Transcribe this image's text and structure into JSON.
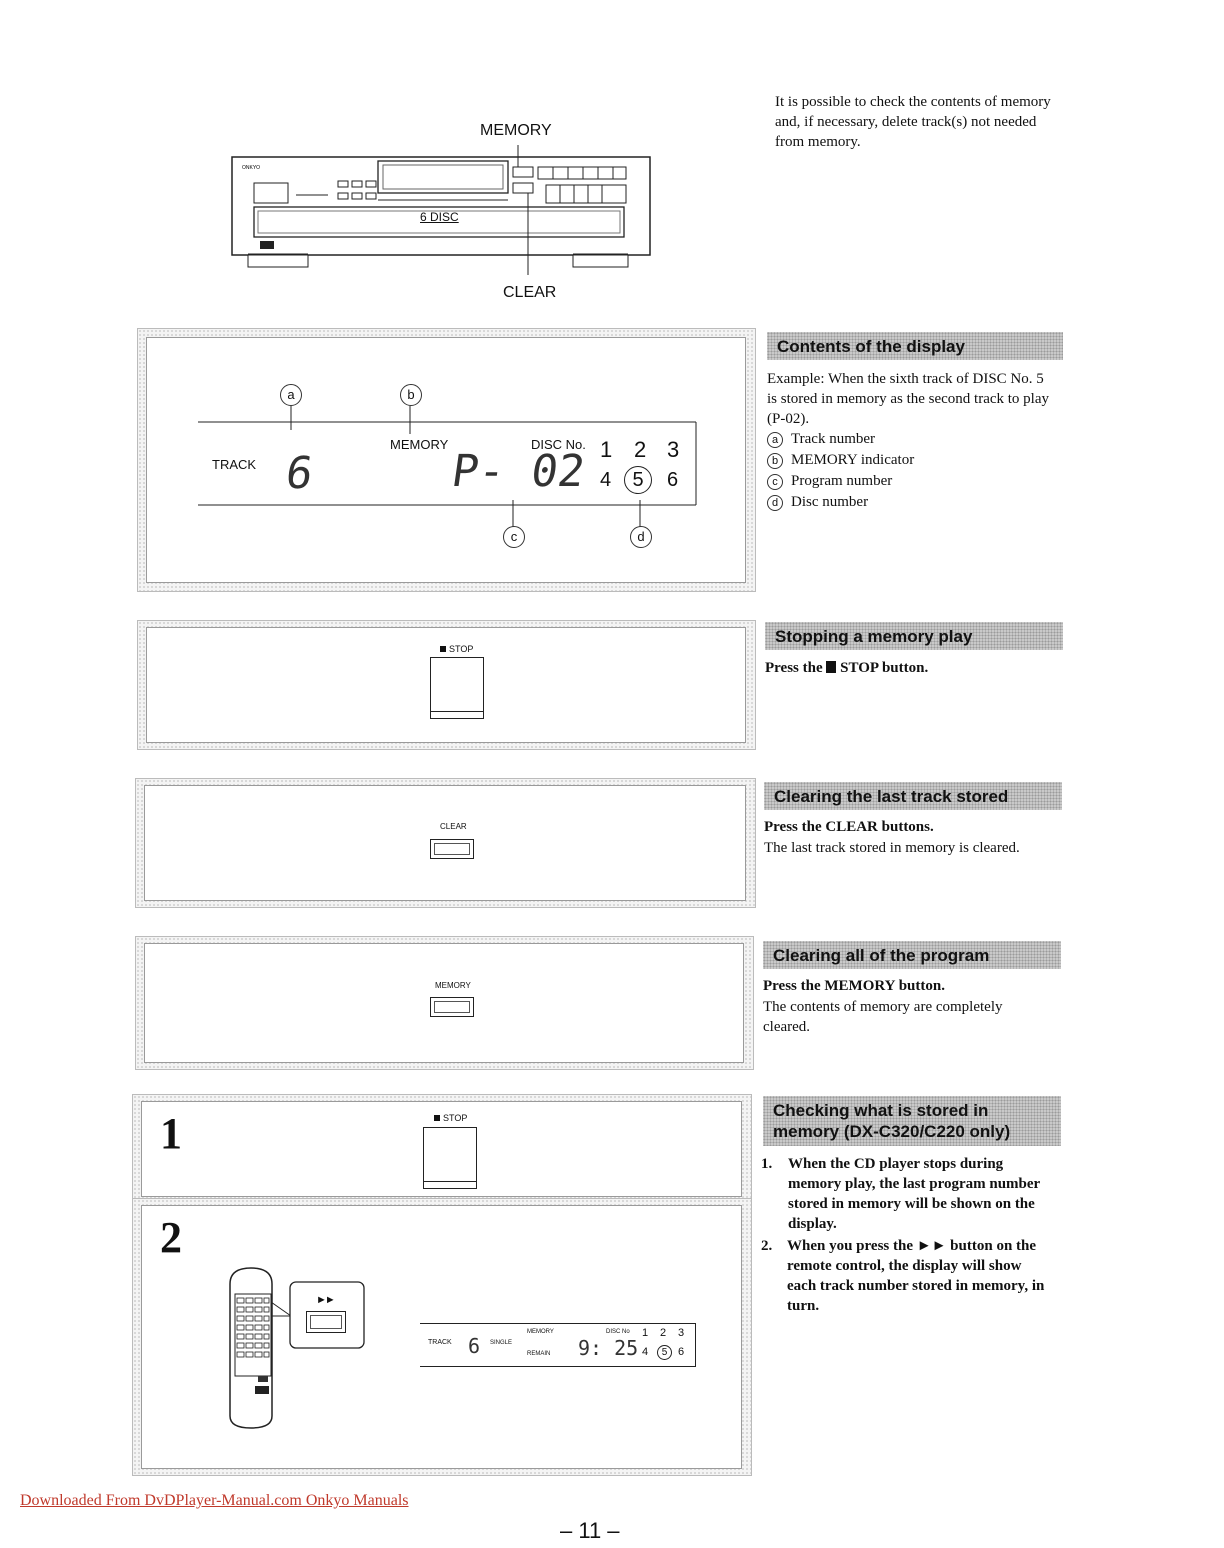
{
  "intro": {
    "text": "It is possible to check the contents of memory and, if necessary, delete track(s) not needed from memory."
  },
  "player": {
    "memory_label": "MEMORY",
    "clear_label": "CLEAR",
    "disc_label": "6 DISC"
  },
  "display_section": {
    "heading": "Contents of the display",
    "example": "Example: When the sixth track of DISC No. 5 is stored in memory as the second track to play (P-02).",
    "legend": [
      {
        "mark": "a",
        "text": "Track number"
      },
      {
        "mark": "b",
        "text": "MEMORY indicator"
      },
      {
        "mark": "c",
        "text": "Program number"
      },
      {
        "mark": "d",
        "text": "Disc number"
      }
    ],
    "lcd": {
      "track_label": "TRACK",
      "track_value": "6",
      "memory_label": "MEMORY",
      "program_value": "P- 02",
      "disc_label": "DISC No.",
      "discs_top": [
        "1",
        "2",
        "3"
      ],
      "discs_bottom": [
        "4",
        "5",
        "6"
      ]
    }
  },
  "stop_section": {
    "heading": "Stopping a memory play",
    "instruction_pre": "Press the",
    "instruction_post": "STOP button.",
    "button_label": "STOP"
  },
  "clear_last_section": {
    "heading": "Clearing the last track stored",
    "instruction": "Press the CLEAR buttons.",
    "detail": "The last track stored in memory is cleared.",
    "button_label": "CLEAR"
  },
  "clear_all_section": {
    "heading": "Clearing all of the program",
    "instruction": "Press the MEMORY button.",
    "detail": "The contents of memory are completely cleared.",
    "button_label": "MEMORY"
  },
  "check_section": {
    "heading": "Checking what is stored in memory (DX-C320/C220 only)",
    "steps": [
      {
        "num": "1.",
        "text": "When the CD player stops during memory play, the last program number stored in memory will be shown on the display."
      },
      {
        "num": "2.",
        "text": "When you press the ►► button on the remote control, the display will show each track number stored in memory, in turn."
      }
    ],
    "step1_label": "1",
    "step2_label": "2",
    "stop_button_label": "STOP",
    "ff_symbol": "►►",
    "lcd": {
      "track_label": "TRACK",
      "track_value": "6",
      "single_label": "SINGLE",
      "memory_label": "MEMORY",
      "remain_label": "REMAIN",
      "time_value": "9: 25",
      "disc_label": "DISC No",
      "discs_top": [
        "1",
        "2",
        "3"
      ],
      "discs_bottom": [
        "4",
        "5",
        "6"
      ]
    }
  },
  "footer": {
    "download_link": "Downloaded From DvDPlayer-Manual.com Onkyo Manuals",
    "page_number": "– 11 –"
  }
}
